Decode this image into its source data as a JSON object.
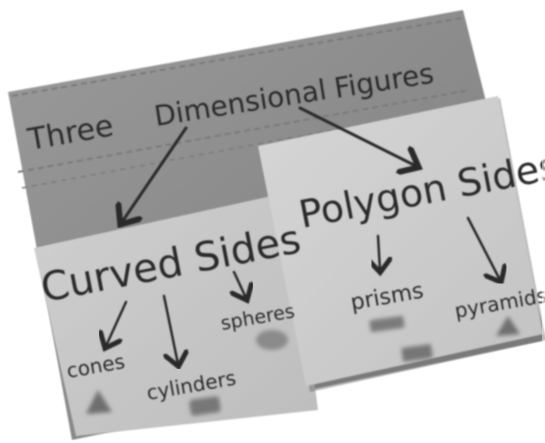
{
  "chart": {
    "title_part1": "Three",
    "title_part2": "Dimensional",
    "title_part3": "Figures"
  },
  "left_card": {
    "heading": "Curved Sides",
    "items": [
      "cones",
      "cylinders",
      "spheres"
    ]
  },
  "right_card": {
    "heading": "Polygon Sides",
    "items": [
      "prisms",
      "pyramids"
    ]
  },
  "colors": {
    "board": "#8c8c8c",
    "card": "#c9c9c9",
    "ink": "#2c2c2c"
  }
}
